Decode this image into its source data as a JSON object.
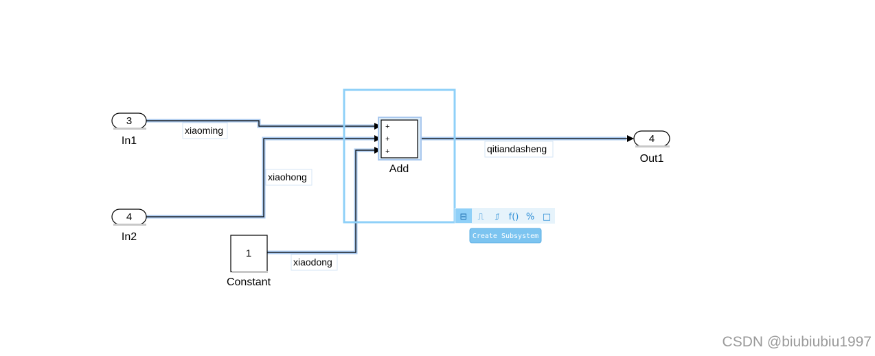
{
  "blocks": {
    "in1": {
      "value": "3",
      "name": "In1"
    },
    "in2": {
      "value": "4",
      "name": "In2"
    },
    "constant": {
      "value": "1",
      "name": "Constant"
    },
    "add": {
      "name": "Add",
      "signs": [
        "+",
        "+",
        "+"
      ]
    },
    "out1": {
      "value": "4",
      "name": "Out1"
    }
  },
  "signals": {
    "in1_to_add": "xiaoming",
    "in2_to_add": "xiaohong",
    "constant_to_add": "xiaodong",
    "add_to_out1": "qitiandasheng"
  },
  "selection_toolbar": {
    "icons": [
      "subsystem-icon",
      "pulse-icon",
      "step-icon",
      "function-icon",
      "percent-icon",
      "box-icon"
    ],
    "glyphs": [
      "⊟",
      "⎍",
      "⎎",
      "f()",
      "%",
      "□"
    ],
    "tooltip": "Create Subsystem"
  },
  "colors": {
    "selection": "#8fd0f8",
    "signal_highlight": "#a9c8ee",
    "signal_line": "#000000",
    "tooltip_bg": "#7cc4f0"
  },
  "watermark": "CSDN @biubiubiu1997"
}
